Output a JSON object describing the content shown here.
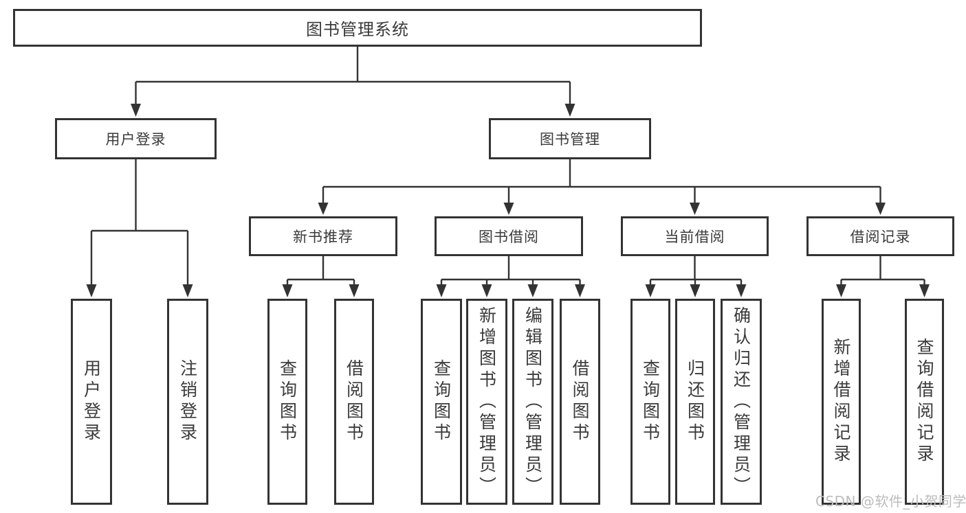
{
  "diagram_title": "图书管理系统",
  "nodes": {
    "root": "图书管理系统",
    "user_login": "用户登录",
    "book_mgmt": "图书管理",
    "new_book_rec": "新书推荐",
    "book_borrow": "图书借阅",
    "current_borrow": "当前借阅",
    "borrow_records": "借阅记录",
    "leaf_user_login": "用户登录",
    "leaf_logout": "注销登录",
    "leaf_query_book_1": "查询图书",
    "leaf_borrow_book_1": "借阅图书",
    "leaf_query_book_2": "查询图书",
    "leaf_add_book": "新增图书（管理员）",
    "leaf_edit_book": "编辑图书（管理员）",
    "leaf_borrow_book_2": "借阅图书",
    "leaf_query_book_3": "查询图书",
    "leaf_return_book": "归还图书",
    "leaf_confirm_return": "确认归还（管理员）",
    "leaf_add_record": "新增借阅记录",
    "leaf_query_record": "查询借阅记录"
  },
  "hierarchy": {
    "label": "图书管理系统",
    "children": [
      {
        "label": "用户登录",
        "children": [
          {
            "label": "用户登录"
          },
          {
            "label": "注销登录"
          }
        ]
      },
      {
        "label": "图书管理",
        "children": [
          {
            "label": "新书推荐",
            "children": [
              {
                "label": "查询图书"
              },
              {
                "label": "借阅图书"
              }
            ]
          },
          {
            "label": "图书借阅",
            "children": [
              {
                "label": "查询图书"
              },
              {
                "label": "新增图书（管理员）"
              },
              {
                "label": "编辑图书（管理员）"
              },
              {
                "label": "借阅图书"
              }
            ]
          },
          {
            "label": "当前借阅",
            "children": [
              {
                "label": "查询图书"
              },
              {
                "label": "归还图书"
              },
              {
                "label": "确认归还（管理员）"
              }
            ]
          },
          {
            "label": "借阅记录",
            "children": [
              {
                "label": "新增借阅记录"
              },
              {
                "label": "查询借阅记录"
              }
            ]
          }
        ]
      }
    ]
  },
  "watermark": "CSDN @软件_小贺同学",
  "colors": {
    "box_border": "#333333",
    "box_text": "#3a3a3a",
    "connector": "#333333",
    "background": "#ffffff",
    "watermark_text": "#bcbcbc"
  }
}
